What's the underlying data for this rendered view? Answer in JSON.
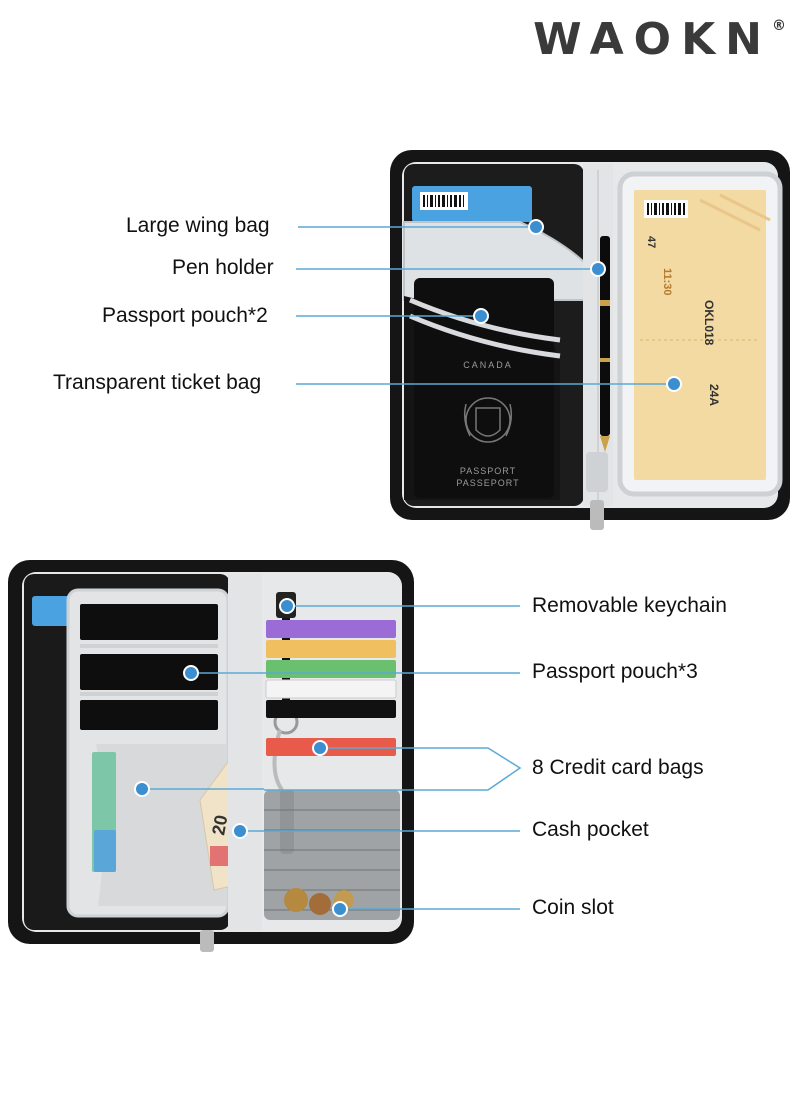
{
  "brand": {
    "name": "WAOKN",
    "mark": "®"
  },
  "top_wallet": {
    "labels": [
      "Large wing bag",
      "Pen holder",
      "Passport pouch*2",
      "Transparent ticket bag"
    ],
    "passport_text": [
      "CANADA",
      "PASSPORT",
      "PASSEPORT"
    ],
    "ticket_text": [
      "OKL018",
      "24A",
      "47",
      "11:30"
    ]
  },
  "bottom_wallet": {
    "labels": [
      "Removable keychain",
      "Passport pouch*3",
      "8 Credit card bags",
      "Cash pocket",
      "Coin slot"
    ],
    "banknote_text": "20"
  },
  "colors": {
    "accent_line": "#5aa9d6",
    "dot": "#3b8fd0",
    "wallet_body": "#151515",
    "lining": "#e6e8ea"
  }
}
